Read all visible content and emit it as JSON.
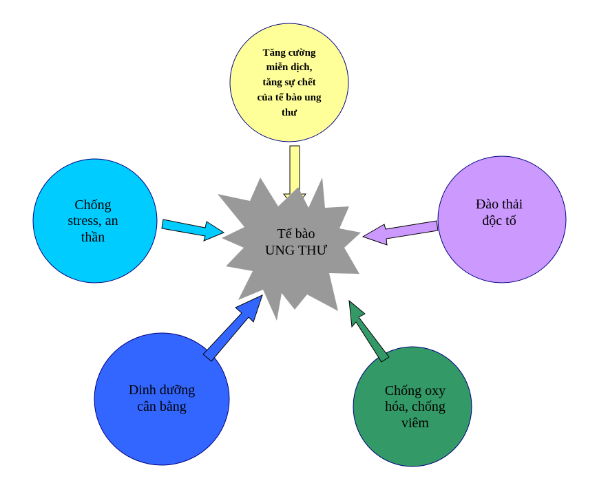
{
  "center": {
    "lines": [
      "Tế bào",
      "UNG THƯ"
    ],
    "color": "#999999"
  },
  "nodes": [
    {
      "id": "top",
      "lines": [
        "Tăng cường",
        "miễn dịch,",
        "tăng sự chết",
        "của tế bào ung",
        "thư"
      ],
      "color": "#FFFF99",
      "stroke": "#000080"
    },
    {
      "id": "left",
      "lines": [
        "Chống",
        "stress, an",
        "thần"
      ],
      "color": "#00CCFF",
      "stroke": "#000080"
    },
    {
      "id": "right",
      "lines": [
        "Đào thải",
        "độc tố"
      ],
      "color": "#CC99FF",
      "stroke": "#000080"
    },
    {
      "id": "bottom_left",
      "lines": [
        "Dinh dưỡng",
        "cân bằng"
      ],
      "color": "#3366FF",
      "stroke": "#000080"
    },
    {
      "id": "bottom_right",
      "lines": [
        "Chống oxy",
        "hóa, chống",
        "viêm"
      ],
      "color": "#339966",
      "stroke": "#000080"
    }
  ],
  "arrows": [
    {
      "from": "top",
      "color": "#FFFF99"
    },
    {
      "from": "left",
      "color": "#00CCFF"
    },
    {
      "from": "right",
      "color": "#CC99FF"
    },
    {
      "from": "bottom_left",
      "color": "#3366FF"
    },
    {
      "from": "bottom_right",
      "color": "#339966"
    }
  ]
}
